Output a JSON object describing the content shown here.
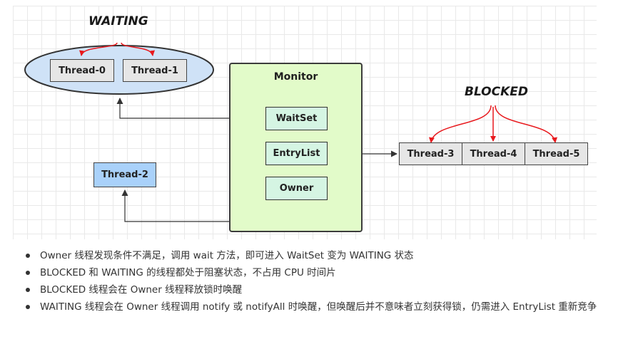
{
  "diagram": {
    "waiting_label": "WAITING",
    "blocked_label": "BLOCKED",
    "monitor": {
      "title": "Monitor",
      "waitset": "WaitSet",
      "entrylist": "EntryList",
      "owner": "Owner"
    },
    "waiting_threads": [
      "Thread-0",
      "Thread-1"
    ],
    "blocked_threads": [
      "Thread-3",
      "Thread-4",
      "Thread-5"
    ],
    "owner_thread": "Thread-2",
    "colors": {
      "waiting_ellipse": "#cfe2f7",
      "owner_thread": "#a9d1fa",
      "monitor": "#e2fbc9",
      "monitor_item": "#d5f5e3",
      "arrow_red": "#e8191d"
    }
  },
  "notes": [
    "Owner 线程发现条件不满足，调用 wait 方法，即可进入 WaitSet 变为 WAITING 状态",
    "BLOCKED 和 WAITING 的线程都处于阻塞状态，不占用 CPU 时间片",
    "BLOCKED 线程会在 Owner 线程释放锁时唤醒",
    "WAITING 线程会在 Owner 线程调用 notify 或 notifyAll 时唤醒，但唤醒后并不意味者立刻获得锁，仍需进入 EntryList 重新竞争"
  ]
}
